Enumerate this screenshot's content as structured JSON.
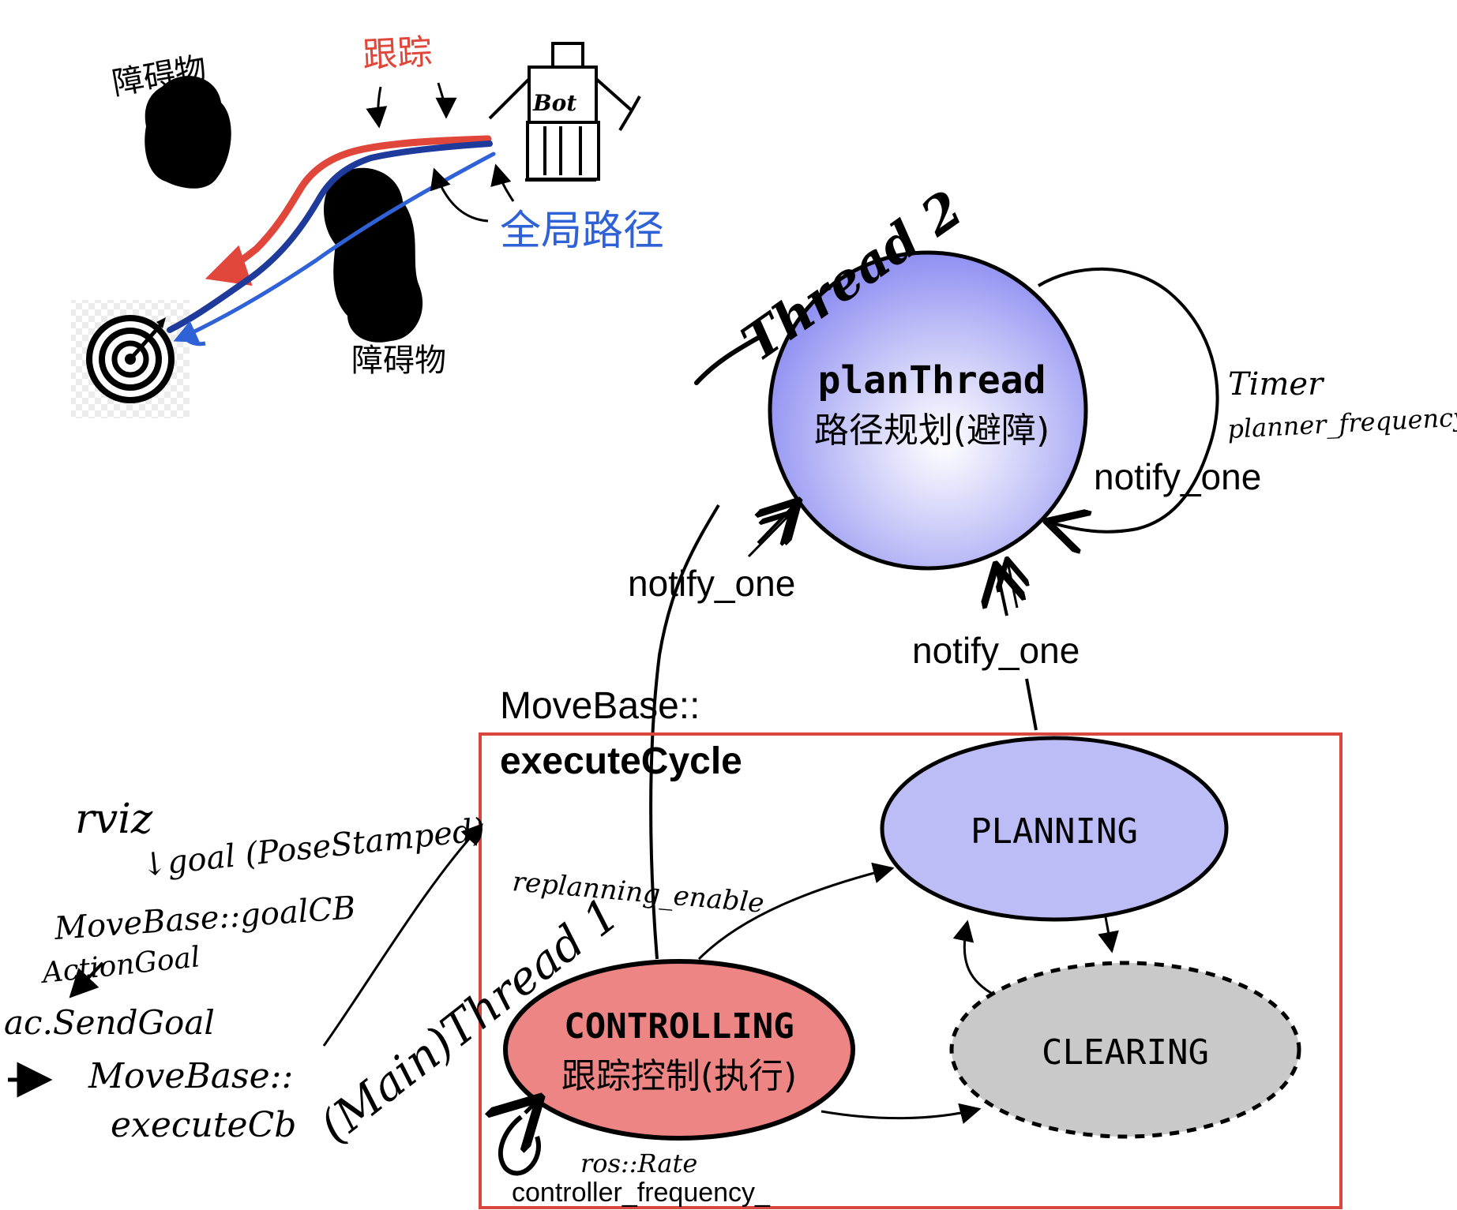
{
  "sketch": {
    "obstacle_top_label": "障碍物",
    "obstacle_mid_label": "障碍物",
    "tracking_label": "跟踪",
    "global_path_label": "全局路径",
    "bot_label": "Bot"
  },
  "plan_thread": {
    "thread_tag": "Thread 2",
    "title": "planThread",
    "subtitle": "路径规划(避障)",
    "timer_label": "Timer",
    "timer_param": "planner_frequency",
    "self_notify_label": "notify_one"
  },
  "edges": {
    "controlling_to_plan": "notify_one",
    "planning_to_plan": "notify_one",
    "replanning": "replanning_enable",
    "rate": "ros::Rate",
    "controller_frequency": "controller_frequency_"
  },
  "execute_cycle": {
    "title_line1": "MoveBase::",
    "title_line2": "executeCycle"
  },
  "states": {
    "planning": "PLANNING",
    "clearing": "CLEARING",
    "controlling_title": "CONTROLLING",
    "controlling_subtitle": "跟踪控制(执行)"
  },
  "main_flow": {
    "rviz": "rviz",
    "goal": "↓goal (PoseStamped)",
    "goal_cb": "MoveBase::goalCB",
    "action_goal": "ActionGoal",
    "send_goal": "ac.SendGoal",
    "move_base": "MoveBase::",
    "execute_cb": "executeCb",
    "main_thread": "(Main)Thread 1"
  },
  "colors": {
    "plan_fill_outer": "#8f8ff2",
    "plan_fill_inner": "#ffffff",
    "planning_fill": "#bcbcf7",
    "clearing_fill": "#c9c9c9",
    "controlling_fill": "#ee8585",
    "box_stroke": "#d9463d",
    "tracking_red": "#e0463a",
    "global_blue": "#2f62d6"
  }
}
